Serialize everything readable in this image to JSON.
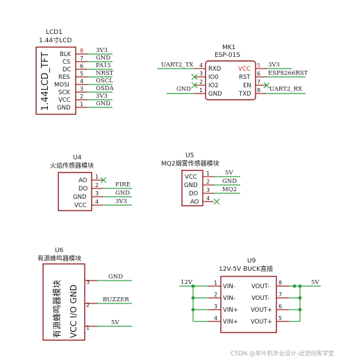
{
  "lcd": {
    "designator": "LCD1",
    "value": "1.44寸LCD",
    "body_label": "1.44LCD_TFT",
    "pins": [
      {
        "num": "8",
        "name": "BLK",
        "net": "3V3"
      },
      {
        "num": "7",
        "name": "CS",
        "net": "GND"
      },
      {
        "num": "6",
        "name": "DC",
        "net": "PA15"
      },
      {
        "num": "5",
        "name": "RES",
        "net": "NRST"
      },
      {
        "num": "4",
        "name": "MOSI",
        "net": "OSCL"
      },
      {
        "num": "3",
        "name": "SCK",
        "net": "OSDA"
      },
      {
        "num": "2",
        "name": "VCC",
        "net": "3V3"
      },
      {
        "num": "1",
        "name": "GND",
        "net": "GND"
      }
    ]
  },
  "esp": {
    "designator": "MK1",
    "value": "ESP-01S",
    "left_pins": [
      {
        "num": "4",
        "name": "RXD",
        "net": "UART2_TX"
      },
      {
        "num": "3",
        "name": "IO0",
        "net": ""
      },
      {
        "num": "2",
        "name": "IO2",
        "net": ""
      },
      {
        "num": "1",
        "name": "GND",
        "net": "GND"
      }
    ],
    "right_pins": [
      {
        "num": "5",
        "name": "VCC",
        "net": "3V3"
      },
      {
        "num": "6",
        "name": "RST",
        "net": "ESP8266RST"
      },
      {
        "num": "7",
        "name": "EN",
        "net": ""
      },
      {
        "num": "8",
        "name": "TXD",
        "net": "UART2_RX"
      }
    ]
  },
  "u4": {
    "designator": "U4",
    "value": "火焰传感器模块",
    "pins": [
      {
        "num": "1",
        "name": "AO",
        "net": ""
      },
      {
        "num": "2",
        "name": "DO",
        "net": "FIRE"
      },
      {
        "num": "3",
        "name": "GND",
        "net": "GND"
      },
      {
        "num": "4",
        "name": "VCC",
        "net": "3V3"
      }
    ]
  },
  "u5": {
    "designator": "U5",
    "value": "MQ2烟雾传感器模块",
    "pins": [
      {
        "num": "1",
        "name": "VCC",
        "net": "5V"
      },
      {
        "num": "2",
        "name": "GND",
        "net": "GND"
      },
      {
        "num": "3",
        "name": "DO",
        "net": "MQ2"
      },
      {
        "num": "4",
        "name": "AO",
        "net": ""
      }
    ]
  },
  "u6": {
    "designator": "U6",
    "value": "有源蜂鸣器模块",
    "body_label_1": "有源蜂鸣器模块",
    "body_label_2": "VCC I/O GND",
    "pins": [
      {
        "num": "3",
        "net": "GND"
      },
      {
        "num": "2",
        "net": "BUZZER"
      },
      {
        "num": "1",
        "net": "5V"
      }
    ]
  },
  "u9": {
    "designator": "U9",
    "value": "12V-5V BUCK直插",
    "input_net": "12V",
    "output_net": "5V",
    "left_pins": [
      {
        "num": "1",
        "name": "VIN-"
      },
      {
        "num": "2",
        "name": "VIN-"
      },
      {
        "num": "3",
        "name": "VIN+"
      },
      {
        "num": "4",
        "name": "VIN+"
      }
    ],
    "right_pins": [
      {
        "num": "8",
        "name": "VOUT-"
      },
      {
        "num": "7",
        "name": "VOUT-"
      },
      {
        "num": "6",
        "name": "VOUT+"
      },
      {
        "num": "5",
        "name": "VOUT+"
      }
    ]
  },
  "watermark": "CSDN @单片机毕业设计-远望创客学堂",
  "colors": {
    "wire": "#2c9e3c",
    "body": "#8b1a1a",
    "pin_number": "#c0281c"
  }
}
